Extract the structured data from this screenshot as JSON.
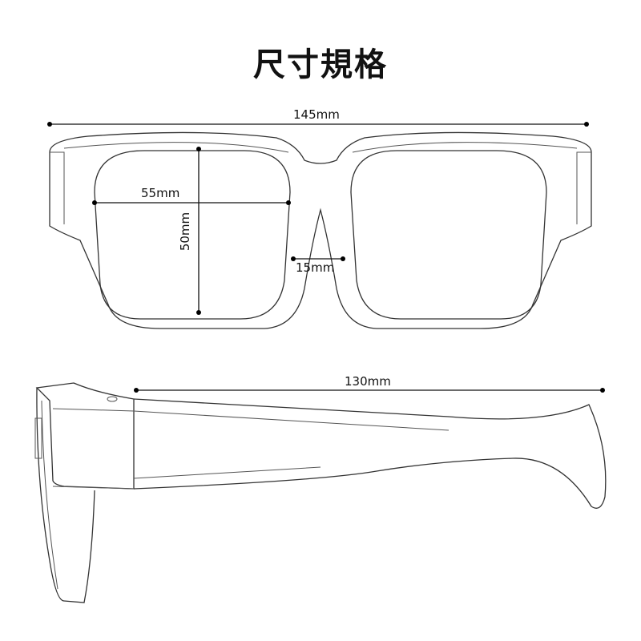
{
  "title": "尺寸規格",
  "dimensions": {
    "total_width": "145mm",
    "lens_width": "55mm",
    "lens_height": "50mm",
    "bridge_width": "15mm",
    "temple_length": "130mm"
  }
}
